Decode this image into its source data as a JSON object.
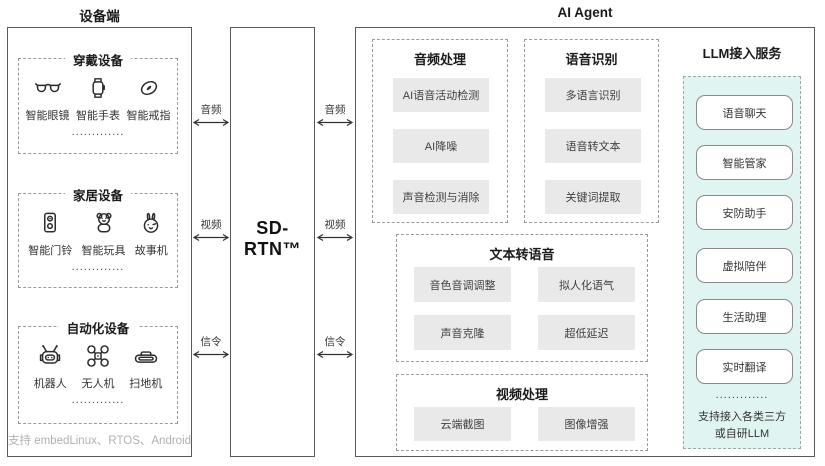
{
  "device_side": {
    "title": "设备端",
    "footnote": "支持 embedLinux、RTOS、Android",
    "groups": [
      {
        "title": "穿戴设备",
        "more": ".............",
        "items": [
          {
            "icon": "glasses-icon",
            "label": "智能眼镜"
          },
          {
            "icon": "smartwatch-icon",
            "label": "智能手表"
          },
          {
            "icon": "ring-icon",
            "label": "智能戒指"
          }
        ]
      },
      {
        "title": "家居设备",
        "more": ".............",
        "items": [
          {
            "icon": "doorbell-icon",
            "label": "智能门铃"
          },
          {
            "icon": "teddy-bear-icon",
            "label": "智能玩具"
          },
          {
            "icon": "rabbit-icon",
            "label": "故事机"
          }
        ]
      },
      {
        "title": "自动化设备",
        "more": ".............",
        "items": [
          {
            "icon": "robot-icon",
            "label": "机器人"
          },
          {
            "icon": "drone-icon",
            "label": "无人机"
          },
          {
            "icon": "vacuum-icon",
            "label": "扫地机"
          }
        ]
      }
    ]
  },
  "network": {
    "label": "SD-RTN™"
  },
  "links": {
    "audio": "音频",
    "video": "视频",
    "signaling": "信令"
  },
  "ai_agent": {
    "title": "AI Agent",
    "audio_processing": {
      "title": "音频处理",
      "items": [
        "AI语音活动检测",
        "AI降噪",
        "声音检测与消除"
      ]
    },
    "speech_recognition": {
      "title": "语音识别",
      "items": [
        "多语言识别",
        "语音转文本",
        "关键词提取"
      ]
    },
    "text_to_speech": {
      "title": "文本转语音",
      "items": [
        "音色音调调整",
        "拟人化语气",
        "声音克隆",
        "超低延迟"
      ]
    },
    "video_processing": {
      "title": "视频处理",
      "items": [
        "云端截图",
        "图像增强"
      ]
    },
    "llm_service": {
      "title": "LLM接入服务",
      "items": [
        "语音聊天",
        "智能管家",
        "安防助手",
        "虚拟陪伴",
        "生活助理",
        "实时翻译"
      ],
      "more": ".............",
      "note": [
        "支持接入各类三方",
        "或自研LLM"
      ]
    }
  },
  "colors": {
    "panel_border": "#595959",
    "dashed_border": "#999999",
    "chip_bg": "#e9e9e9",
    "llm_panel_bg": "#e0f4f1",
    "footnote_text": "#b0b0b0"
  }
}
